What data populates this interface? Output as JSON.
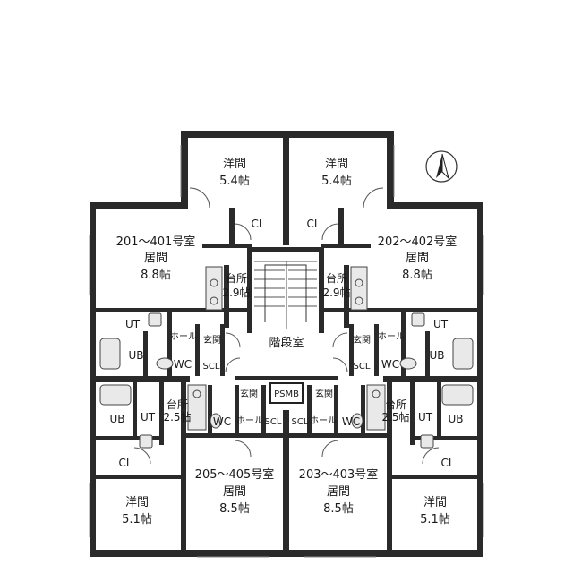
{
  "floorplan": {
    "units": [
      {
        "id": "u1",
        "name": "201～401号室",
        "room_label": "居間",
        "room_size": "8.8帖"
      },
      {
        "id": "u2",
        "name": "202～402号室",
        "room_label": "居間",
        "room_size": "8.8帖"
      },
      {
        "id": "u3",
        "name": "205～405号室",
        "room_label": "居間",
        "room_size": "8.5帖"
      },
      {
        "id": "u4",
        "name": "203～403号室",
        "room_label": "居間",
        "room_size": "8.5帖"
      }
    ],
    "rooms": {
      "western_top_left": {
        "label": "洋間",
        "size": "5.4帖"
      },
      "western_top_right": {
        "label": "洋間",
        "size": "5.4帖"
      },
      "western_bottom_left": {
        "label": "洋間",
        "size": "5.1帖"
      },
      "western_bottom_right": {
        "label": "洋間",
        "size": "5.1帖"
      },
      "kitchen_top_left": {
        "label": "台所",
        "size": "2.9帖"
      },
      "kitchen_top_right": {
        "label": "台所",
        "size": "2.9帖"
      },
      "kitchen_bottom_left": {
        "label": "台所",
        "size": "2.5帖"
      },
      "kitchen_bottom_right": {
        "label": "台所",
        "size": "2.5帖"
      }
    },
    "labels": {
      "cl": "CL",
      "ut": "UT",
      "ub": "UB",
      "wc": "WC",
      "scl": "SCL",
      "hall": "ホール",
      "entrance": "玄関",
      "stairwell": "階段室",
      "psmb": "PSMB"
    }
  }
}
